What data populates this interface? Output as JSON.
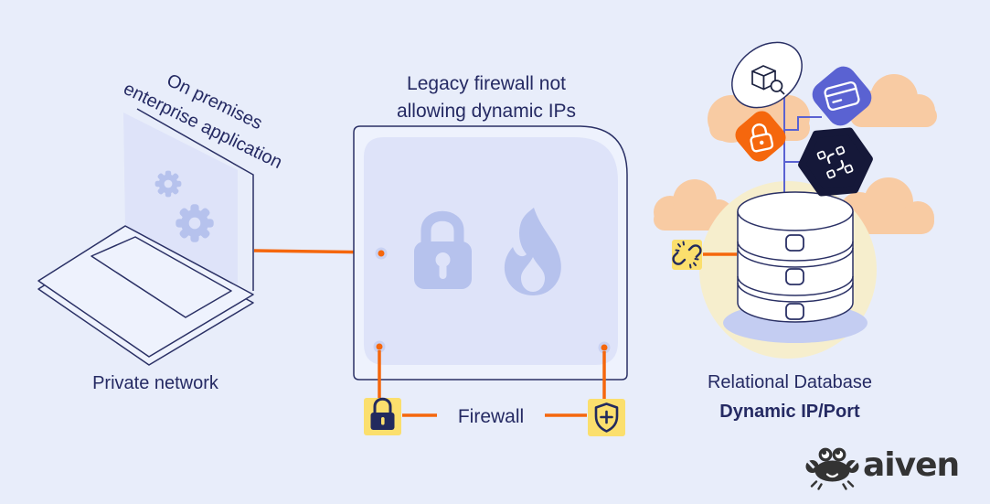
{
  "palette": {
    "background": "#e8edfa",
    "navy_outline": "#2a3065",
    "text_navy": "#252a63",
    "box_fill": "#eef2fd",
    "panel_fill": "#dee3f9",
    "periwinkle": "#b6c2ed",
    "orange": "#f5670d",
    "yellow": "#fbdf6d",
    "badge_navy": "#222a5e",
    "peach": "#f8cba3",
    "cream": "#f6eecd",
    "indigo": "#5a62d2",
    "dark_navy": "#151839",
    "shadow_periwinkle": "#c4cdf2",
    "logo_gray": "#333333"
  },
  "left_section": {
    "app_label_line1": "On premises",
    "app_label_line2": "enterprise application",
    "caption": "Private network",
    "icons": [
      "gears-icon"
    ]
  },
  "firewall_section": {
    "title_line1": "Legacy firewall not",
    "title_line2": "allowing dynamic IPs",
    "caption": "Firewall",
    "icons": [
      "lock-icon",
      "flame-icon",
      "lock-badge-icon",
      "shield-plus-icon"
    ]
  },
  "database_section": {
    "caption_line1": "Relational Database",
    "caption_line2": "Dynamic IP/Port",
    "icons": [
      "package-search-icon",
      "credit-card-icon",
      "lock-tile-icon",
      "distributed-nodes-icon",
      "broken-link-icon"
    ]
  },
  "branding": {
    "logo_text": "aiven",
    "icons": [
      "crab-icon"
    ]
  }
}
